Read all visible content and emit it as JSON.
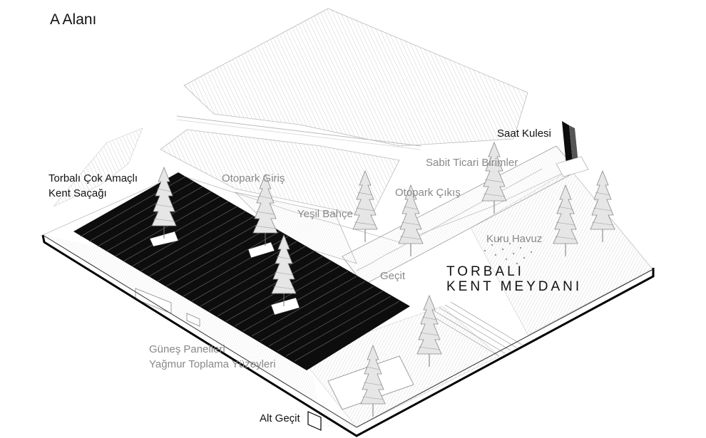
{
  "title": "A Alanı",
  "labels": {
    "saat_kulesi": "Saat Kulesi",
    "sabit_ticari": "Sabit Ticari Birimler",
    "torbali_cok_1": "Torbalı Çok Amaçlı",
    "torbali_cok_2": "Kent Saçağı",
    "otopark_giris": "Otopark Giriş",
    "otopark_cikis": "Otopark Çıkış",
    "yesil_bahce": "Yeşil Bahçe",
    "kuru_havuz": "Kuru Havuz",
    "gecit": "Geçit",
    "meydan_1": "TORBALI",
    "meydan_2": "KENT MEYDANI",
    "gunes_1": "Güneş Panelleri",
    "gunes_2": "Yağmur Toplama Yüzeyleri",
    "alt_gecit": "Alt Geçit"
  },
  "colors": {
    "ink": "#111111",
    "label_grey": "#888888",
    "hatch": "#c8c8c8",
    "paper": "#ffffff"
  },
  "icons": [
    "tree-icon",
    "clock-tower-icon",
    "solar-canopy-icon"
  ]
}
